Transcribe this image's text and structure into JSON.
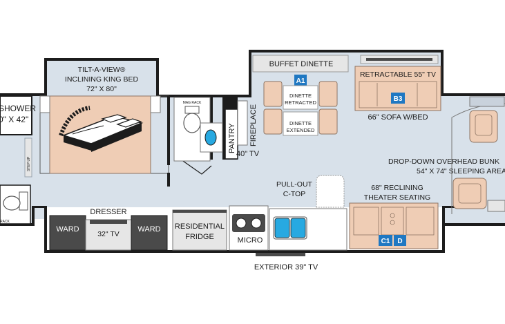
{
  "rooms": {
    "shower": "SHOWER",
    "shower_size": "0\" X 42\"",
    "rack_left": "RACK",
    "step_up": "STEP UP",
    "bed_title_1": "TILT-A-VIEW®",
    "bed_title_2": "INCLINING KING BED",
    "bed_size": "72\" X 80\"",
    "mag_rack": "MAG RACK",
    "pantry": "PANTRY",
    "fireplace": "FIREPLACE",
    "tv_40": "40\" TV",
    "buffet_dinette": "BUFFET DINETTE",
    "dinette_retracted_1": "DINETTE",
    "dinette_retracted_2": "RETRACTED",
    "dinette_extended_1": "DINETTE",
    "dinette_extended_2": "EXTENDED",
    "retractable_tv": "RETRACTABLE 55\" TV",
    "sofa": "66\" SOFA W/BED",
    "bunk_1": "DROP-DOWN OVERHEAD BUNK",
    "bunk_2": "54\" X 74\" SLEEPING AREA",
    "pullout_1": "PULL-OUT",
    "pullout_2": "C-TOP",
    "theater_1": "68\" RECLINING",
    "theater_2": "THEATER SEATING",
    "dresser": "DRESSER",
    "ward_left": "WARD",
    "ward_right": "WARD",
    "tv_32": "32\" TV",
    "fridge_1": "RESIDENTIAL",
    "fridge_2": "FRIDGE",
    "micro": "MICRO",
    "exterior_tv": "EXTERIOR 39\" TV"
  },
  "badges": {
    "a1": "A1",
    "b3": "B3",
    "c1": "C1",
    "d": "D"
  },
  "colors": {
    "floor": "#d8e1ea",
    "wall": "#1c1c1c",
    "tan": "#efcdb5",
    "tan_dark": "#c9a388",
    "grey_panel": "#e6e6e6",
    "dark_cab": "#4a4a4a",
    "blue_badge": "#1f78c2",
    "sink_blue": "#27a9e1"
  }
}
